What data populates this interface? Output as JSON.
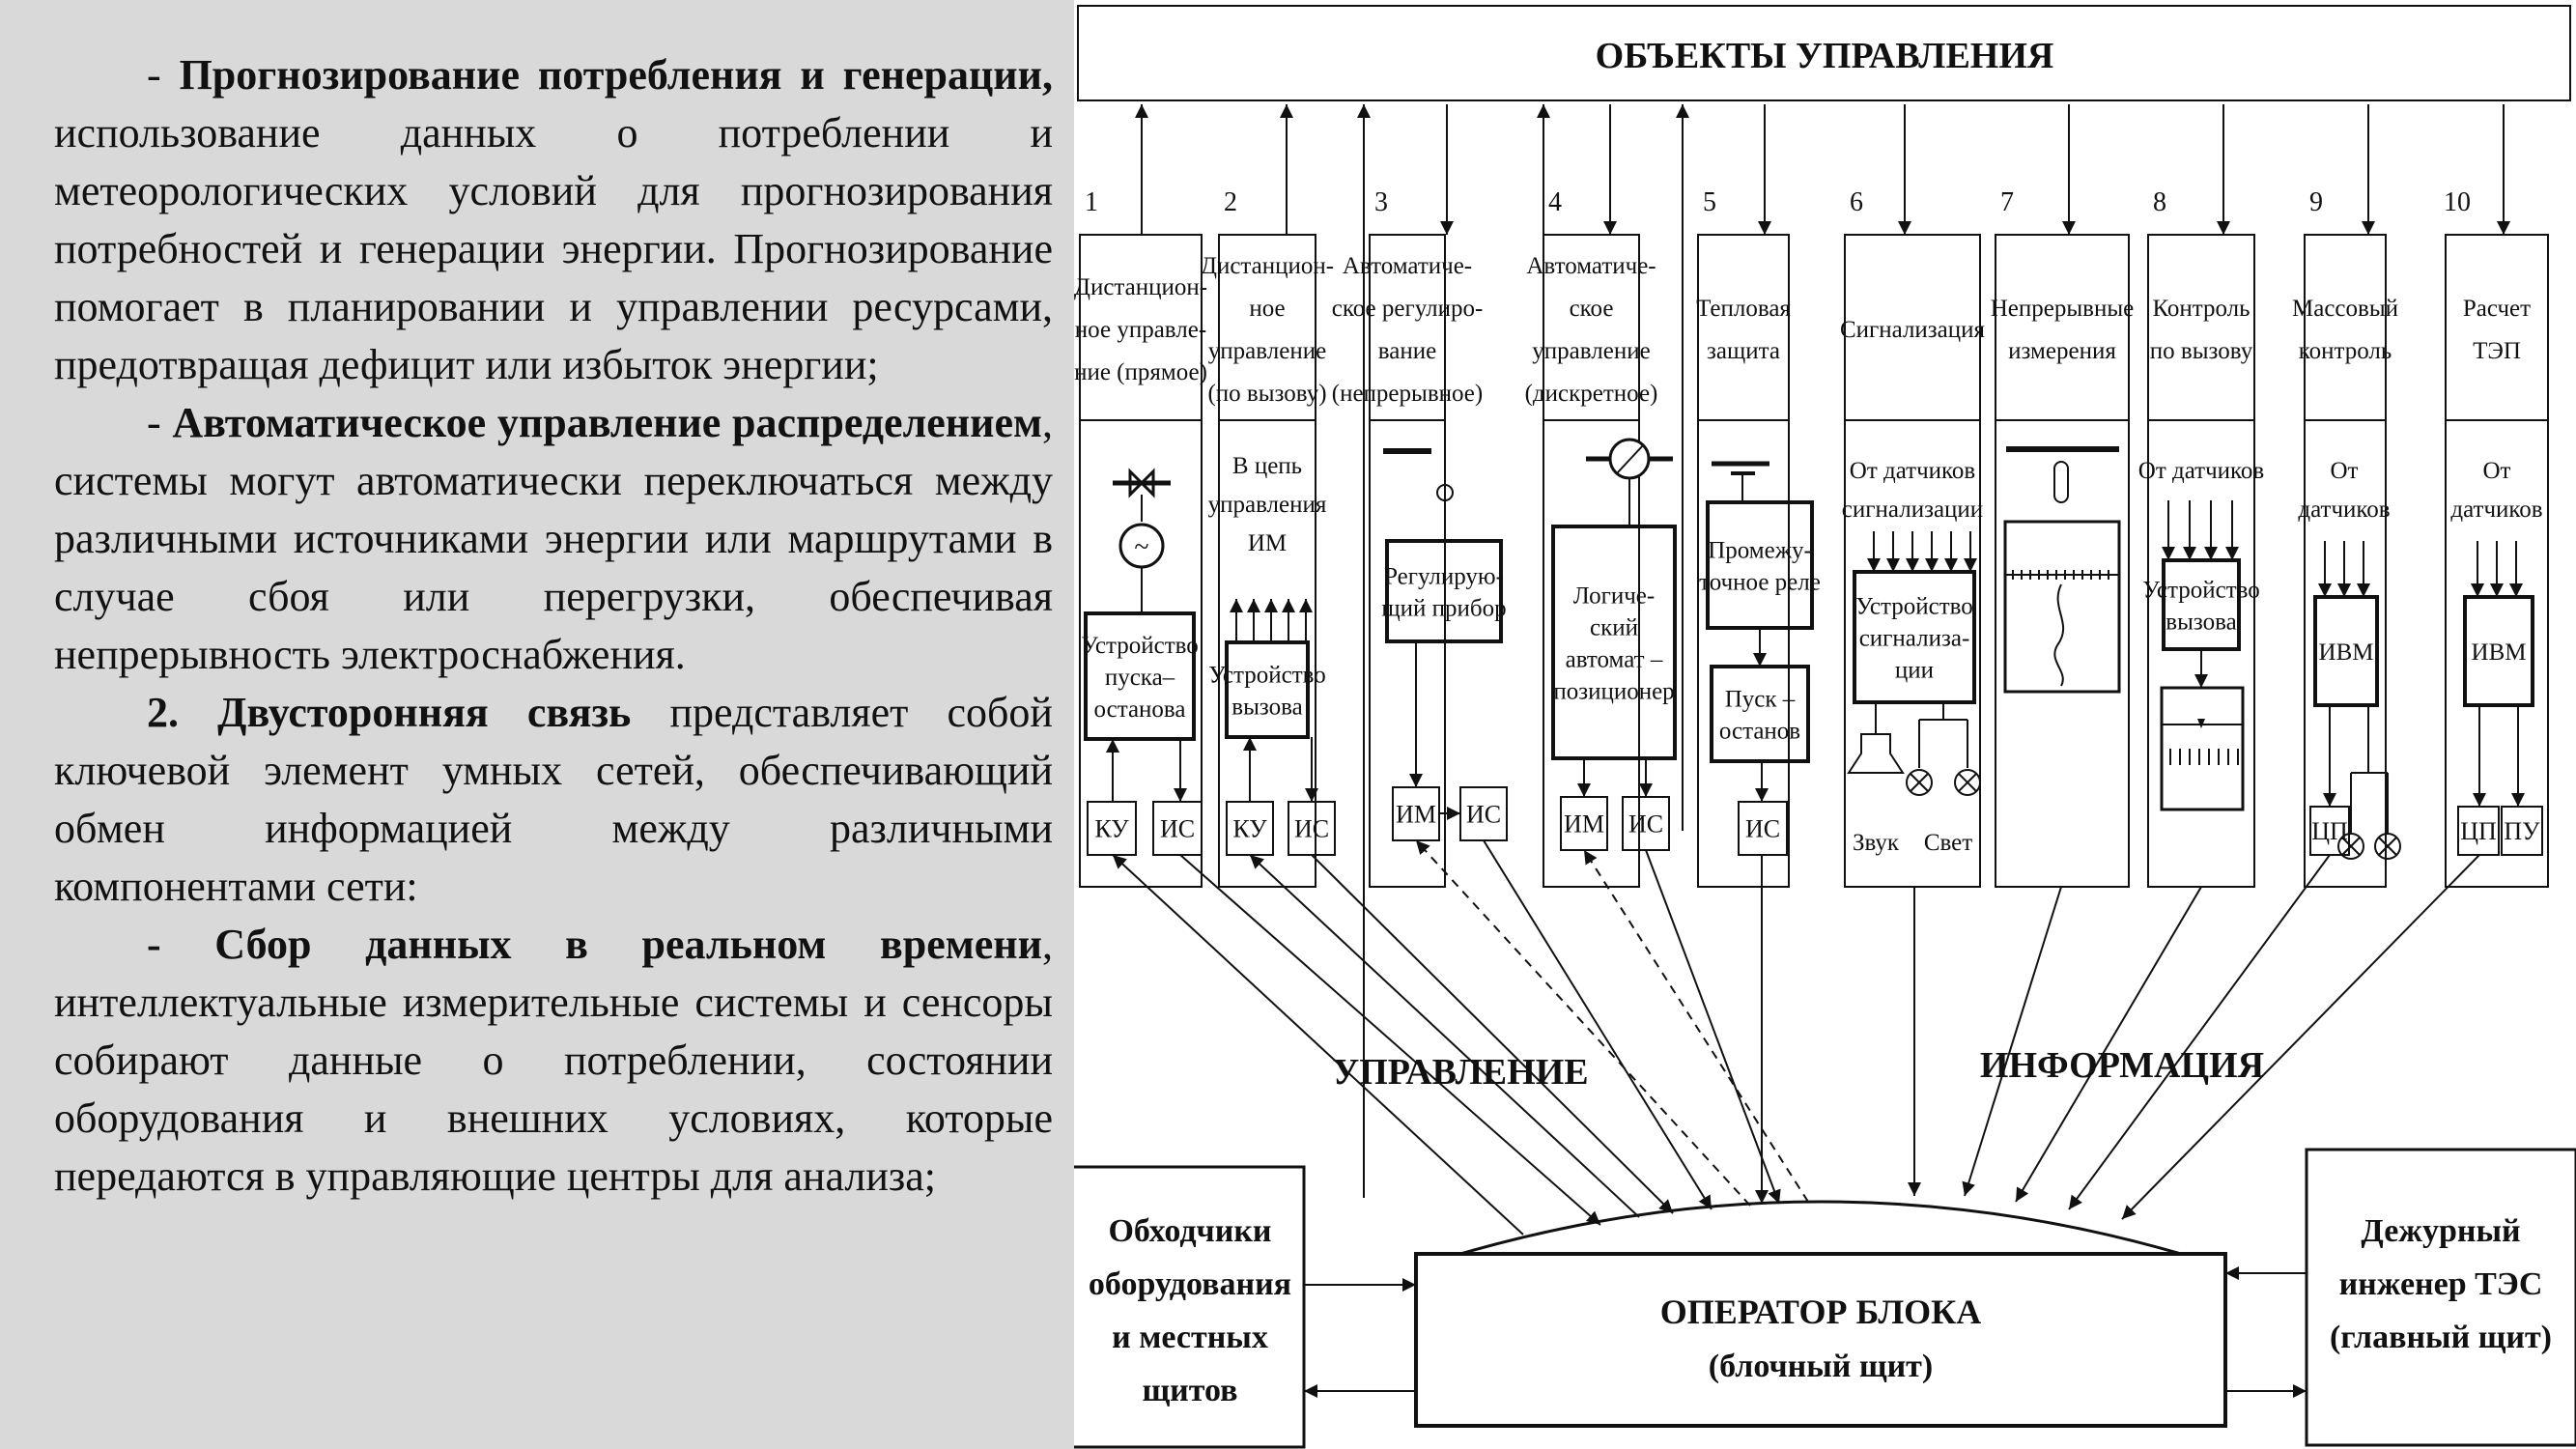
{
  "text": {
    "p1_dash": "- ",
    "p1_bold": "Прогнозирование потребления и генерации,",
    "p1_rest": " использование данных о потреблении и метеорологических условий для прогнозирования потребностей и генерации энергии. Прогнозирование помогает в планировании и управлении ресурсами, предотвращая дефицит или избыток энергии;",
    "p2_dash": "- ",
    "p2_bold": "Автоматическое управление распределением",
    "p2_rest": ", системы могут автоматически переключаться между различными источниками энергии или маршрутами в случае сбоя или перегрузки, обеспечивая непрерывность электроснабжения.",
    "p3_bold": "2. Двусторонняя связь",
    "p3_rest": " представляет собой ключевой элемент умных сетей, обеспечивающий обмен информацией между различными компонентами сети:",
    "p4_bold": "- Сбор данных в реальном времени",
    "p4_rest": ", интеллектуальные измерительные системы и сенсоры собирают данные о потреблении, состоянии оборудования и внешних условиях, которые передаются в управляющие центры для анализа;"
  },
  "diagram": {
    "top_title": "ОБЪЕКТЫ УПРАВЛЕНИЯ",
    "columns": [
      {
        "num": "1",
        "header": [
          "Дистанцион-",
          "ное управле-",
          "ние (прямое)"
        ],
        "device": [
          "Устройство",
          "пуска–",
          "останова"
        ],
        "labels": [
          "КУ",
          "ИС"
        ]
      },
      {
        "num": "2",
        "header": [
          "Дистанцион-",
          "ное",
          "управление",
          "(по вызову)"
        ],
        "note": [
          "В цепь",
          "управления",
          "ИМ"
        ],
        "device": [
          "Устройство",
          "вызова"
        ],
        "labels": [
          "КУ",
          "ИС"
        ]
      },
      {
        "num": "3",
        "header": [
          "Автоматиче-",
          "ское регулиро-",
          "вание",
          "(непрерывное)"
        ],
        "device": [
          "Регулирую-",
          "щий прибор"
        ],
        "labels": [
          "ИМ",
          "ИС"
        ]
      },
      {
        "num": "4",
        "header": [
          "Автоматиче-",
          "ское",
          "управление",
          "(дискретное)"
        ],
        "device": [
          "Логиче-",
          "ский",
          "автомат –",
          "позиционер"
        ],
        "labels": [
          "ИМ",
          "ИС"
        ]
      },
      {
        "num": "5",
        "header": [
          "Тепловая",
          "защита"
        ],
        "device": [
          "Промежу-",
          "точное реле"
        ],
        "device2": [
          "Пуск –",
          "останов"
        ],
        "labels": [
          "ИС"
        ]
      },
      {
        "num": "6",
        "header": [
          "Сигнализация"
        ],
        "note": [
          "От датчиков",
          "сигнализации"
        ],
        "device": [
          "Устройство",
          "сигнализа-",
          "ции"
        ],
        "labels": [
          "Звук",
          "Свет"
        ]
      },
      {
        "num": "7",
        "header": [
          "Непрерывные",
          "измерения"
        ]
      },
      {
        "num": "8",
        "header": [
          "Контроль",
          "по вызову"
        ],
        "note": [
          "От датчиков"
        ],
        "device": [
          "Устройство",
          "вызова"
        ]
      },
      {
        "num": "9",
        "header": [
          "Массовый",
          "контроль"
        ],
        "note": [
          "От",
          "датчиков"
        ],
        "device": [
          "ИВМ"
        ],
        "labels": [
          "ЦП"
        ]
      },
      {
        "num": "10",
        "header": [
          "Расчет",
          "ТЭП"
        ],
        "note": [
          "От",
          "датчиков"
        ],
        "device": [
          "ИВМ"
        ],
        "labels": [
          "ЦП",
          "ПУ"
        ]
      }
    ],
    "label_control": "УПРАВЛЕНИЕ",
    "label_info": "ИНФОРМАЦИЯ",
    "operator": [
      "ОПЕРАТОР БЛОКА",
      "(блочный щит)"
    ],
    "left_box": [
      "Обходчики",
      "оборудования",
      "и местных",
      "щитов"
    ],
    "right_box": [
      "Дежурный",
      "инженер ТЭС",
      "(главный щит)"
    ]
  }
}
